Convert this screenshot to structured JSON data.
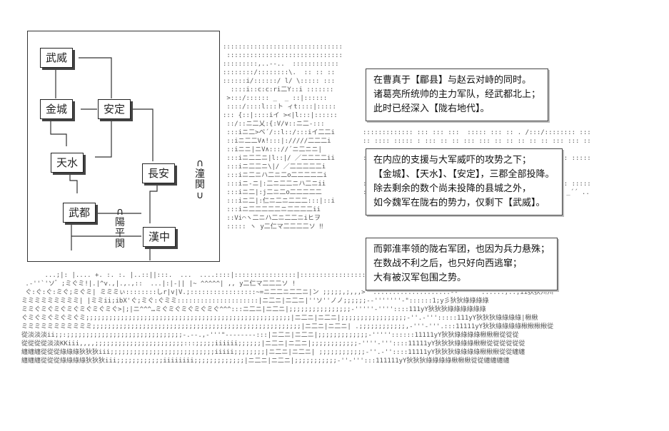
{
  "map": {
    "cities": {
      "wuwei": "武威",
      "jincheng": "金城",
      "anding": "安定",
      "tianshui": "天水",
      "changan": "長安",
      "wudu": "武都",
      "hanzhong": "漢中"
    },
    "passes": {
      "tongguan": "∩\n潼\n関\n∪",
      "yangpingguan": "∩\n陽\n平\n関"
    }
  },
  "narration": {
    "box1": [
      "在曹真于【郿县】与赵云对峙的同时。",
      "诸葛亮所统帅的主力军队，经武都北上；",
      "此时已经深入【陇右地代】。"
    ],
    "box2": [
      "在内应的支援与大军威吓的攻势之下；",
      "【金城】、【天水】、【安定】，三郡全部投降。",
      "除去剩余的数个尚未投降的县城之外，",
      "如今魏军在陇右的势力，仅剩下【武威】。"
    ],
    "box3": [
      "而郭淮率领的陇右军团，也因为兵力悬殊；",
      "在数战不利之后，也只好向西逃窜；",
      "大有被汉军包围之势。"
    ]
  }
}
